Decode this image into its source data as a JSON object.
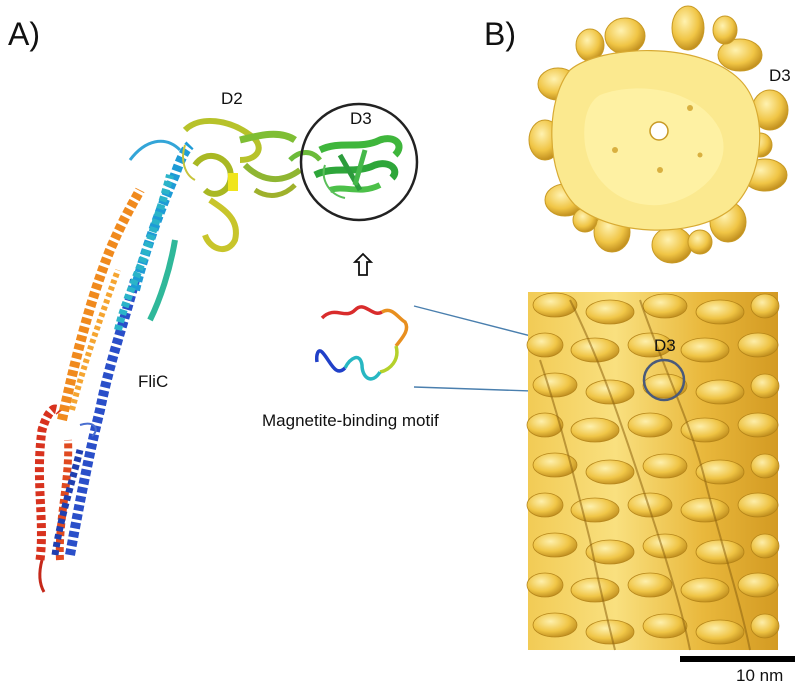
{
  "panels": {
    "a_label": "A)",
    "b_label": "B)"
  },
  "panel_a": {
    "domain_d2": "D2",
    "domain_d3": "D3",
    "protein_name": "FliC",
    "motif_label": "Magnetite-binding motif"
  },
  "panel_b": {
    "top_d3": "D3",
    "filament_d3": "D3",
    "scale_bar_label": "10 nm"
  },
  "colors": {
    "map_fill": "#f7de7a",
    "map_shadow": "#c79a24",
    "circle": "#222222",
    "leader_line": "#4a7fae"
  }
}
